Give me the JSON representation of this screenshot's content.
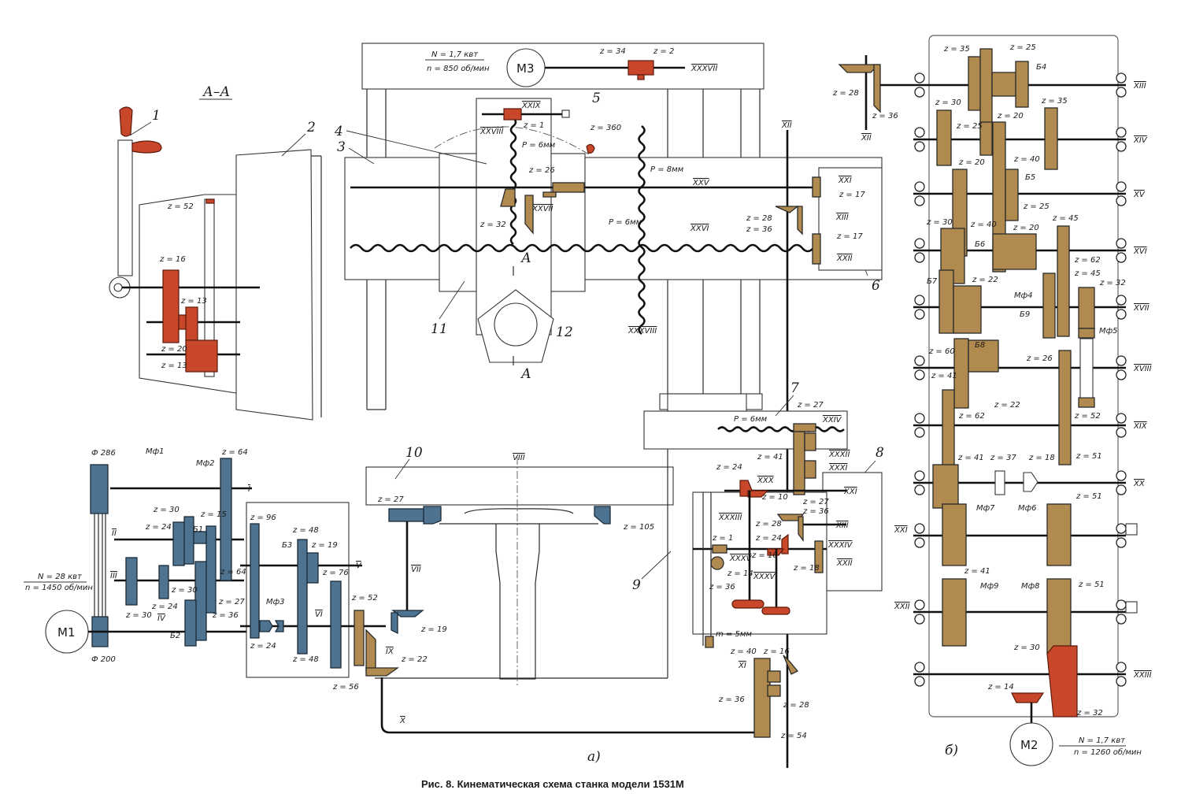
{
  "caption": "Рис. 8. Кинематическая схема станка модели 1531М",
  "subfigures": {
    "a": "а)",
    "b": "б)"
  },
  "section_label": "А–А",
  "section_marks": [
    "А",
    "А"
  ],
  "part_numbers": [
    "1",
    "2",
    "3",
    "4",
    "5",
    "6",
    "7",
    "8",
    "9",
    "10",
    "11",
    "12"
  ],
  "motors": {
    "m1": {
      "name": "М1",
      "power": "N = 28 квт",
      "speed": "n = 1450 об/мин"
    },
    "m2": {
      "name": "М2",
      "power": "N = 1,7 квт",
      "speed": "n = 1260 об/мин"
    },
    "m3": {
      "name": "М3",
      "power": "N = 1,7 квт",
      "speed": "n = 850 об/мин"
    }
  },
  "pulleys": {
    "top": "Ф 286",
    "bottom": "Ф 200"
  },
  "couplings": {
    "mf1": "Мф1",
    "mf2": "Мф2",
    "mf3": "Мф3",
    "mf4": "Мф4",
    "mf5": "Мф5",
    "mf6": "Мф6",
    "mf7": "Мф7",
    "mf8": "Мф8",
    "mf9": "Мф9"
  },
  "blocks": {
    "b1": "Б1",
    "b2": "Б2",
    "b3": "Б3",
    "b4": "Б4",
    "b5": "Б5",
    "b6": "Б6",
    "b7": "Б7",
    "b8": "Б8",
    "b9": "Б9"
  },
  "screws": {
    "p6a": "P = 6мм",
    "p8": "P = 8мм",
    "p6b": "P = 6мм",
    "p6c": "P = 6мм",
    "module": "m = 5мм"
  },
  "shafts": {
    "I": "I",
    "II": "II",
    "III": "III",
    "IV": "IV",
    "V": "V",
    "VI": "VI",
    "VII": "VII",
    "VIII": "VIII",
    "IX": "IX",
    "X": "X",
    "XI": "XI",
    "XII": "XII",
    "XIII": "XIII",
    "XIV": "XIV",
    "XV": "XV",
    "XVI": "XVI",
    "XVII": "XVII",
    "XVIII": "XVIII",
    "XIX": "XIX",
    "XX": "XX",
    "XXI": "XXI",
    "XXII": "XXII",
    "XXIII": "XXIII",
    "XXIV": "XXIV",
    "XXV": "XXV",
    "XXVI": "XXVI",
    "XXVII": "XXVII",
    "XXVIII": "XXVIII",
    "XXIX": "XXIX",
    "XXX": "XXX",
    "XXXI": "XXXI",
    "XXXII": "XXXII",
    "XXXIII": "XXXIII",
    "XXXIV": "XXXIV",
    "XXXV": "XXXV",
    "XXXVI": "XXXVI",
    "XXXVII": "XXXVII",
    "XXXVIII": "XXXVIII"
  },
  "gears": {
    "aa_z52": "z = 52",
    "aa_z16": "z = 16",
    "aa_z13a": "z = 13",
    "aa_z20": "z = 20",
    "aa_z13b": "z = 13",
    "m3_z34": "z = 34",
    "m3_z2": "z = 2",
    "ct_z1": "z = 1",
    "ct_z360": "z = 360",
    "ct_z26": "z = 26",
    "ct_z32": "z = 32",
    "r6_z17a": "z = 17",
    "r6_z28": "z = 28",
    "r6_z36": "z = 36",
    "r6_z17b": "z = 17",
    "m1_z64a": "z = 64",
    "m1_z30a": "z = 30",
    "m1_z24a": "z = 24",
    "m1_z15": "z = 15",
    "m1_z64b": "z = 64",
    "m1_z30b": "z = 30",
    "m1_z27": "z = 27",
    "m1_z36": "z = 36",
    "m1_z24b": "z = 24",
    "m1_z30c": "z = 30",
    "g_z96": "z = 96",
    "g_z48a": "z = 48",
    "g_z19a": "z = 19",
    "g_z76": "z = 76",
    "g_z24": "z = 24",
    "g_z48b": "z = 48",
    "g_z52": "z = 52",
    "g_z56": "z = 56",
    "g_z19b": "z = 19",
    "g_z22": "z = 22",
    "t_z27": "z = 27",
    "t_z105": "z = 105",
    "c_z27a": "z = 27",
    "c_z41": "z = 41",
    "c_z24a": "z = 24",
    "c_z10a": "z = 10",
    "c_z27b": "z = 27",
    "c_z36a": "z = 36",
    "c_z28a": "z = 28",
    "c_z24b": "z = 24",
    "c_z10b": "z = 10",
    "c_z1": "z = 1",
    "c_z14": "z = 14",
    "c_z36b": "z = 36",
    "c_z18": "z = 18",
    "d_z40": "z = 40",
    "d_z16": "z = 16",
    "d_z36": "z = 36",
    "d_z28": "z = 28",
    "d_z54": "z = 54",
    "b_z28": "z = 28",
    "b_z36": "z = 36",
    "b_z35a": "z = 35",
    "b_z25a": "z = 25",
    "b_z30a": "z = 30",
    "b_z25b": "z = 25",
    "b_z20a": "z = 20",
    "b_z35b": "z = 35",
    "b_z20b": "z = 20",
    "b_z40a": "z = 40",
    "b_z25c": "z = 25",
    "b_z30b": "z = 30",
    "b_z40b": "z = 40",
    "b_z20c": "z = 20",
    "b_z45a": "z = 45",
    "b_z62a": "z = 62",
    "b_z45b": "z = 45",
    "b_z22a": "z = 22",
    "b_z32a": "z = 32",
    "b_z60": "z = 60",
    "b_z26": "z = 26",
    "b_z22b": "z = 22",
    "b_z62b": "z = 62",
    "b_z52": "z = 52",
    "b_z41a": "z = 41",
    "b_z51a": "z = 51",
    "b_z41b": "z = 41",
    "b_z37": "z = 37",
    "b_z18": "z = 18",
    "b_z51b": "z = 51",
    "b_z41c": "z = 41",
    "b_z51c": "z = 51",
    "b_z30c": "z = 30",
    "b_z14": "z = 14",
    "b_z32b": "z = 32"
  }
}
